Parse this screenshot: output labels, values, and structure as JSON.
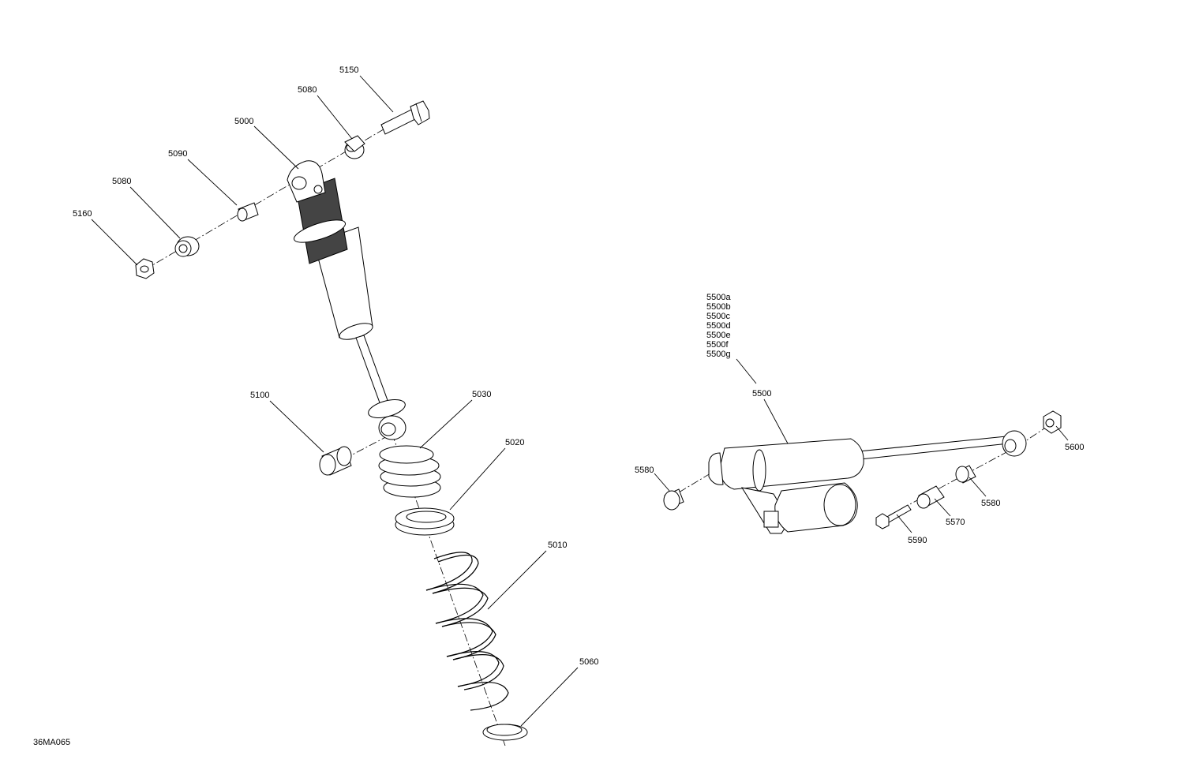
{
  "figure_code": "36MA065",
  "front_shock_labels": {
    "p5150": "5150",
    "p5080_top": "5080",
    "p5000": "5000",
    "p5090": "5090",
    "p5080_left": "5080",
    "p5160": "5160",
    "p5100": "5100",
    "p5030": "5030",
    "p5020": "5020",
    "p5010": "5010",
    "p5060": "5060"
  },
  "rear_shock_labels": {
    "variants": [
      "5500a",
      "5500b",
      "5500c",
      "5500d",
      "5500e",
      "5500f",
      "5500g"
    ],
    "p5500": "5500",
    "p5580_left": "5580",
    "p5600": "5600",
    "p5580_right": "5580",
    "p5570": "5570",
    "p5590": "5590"
  }
}
